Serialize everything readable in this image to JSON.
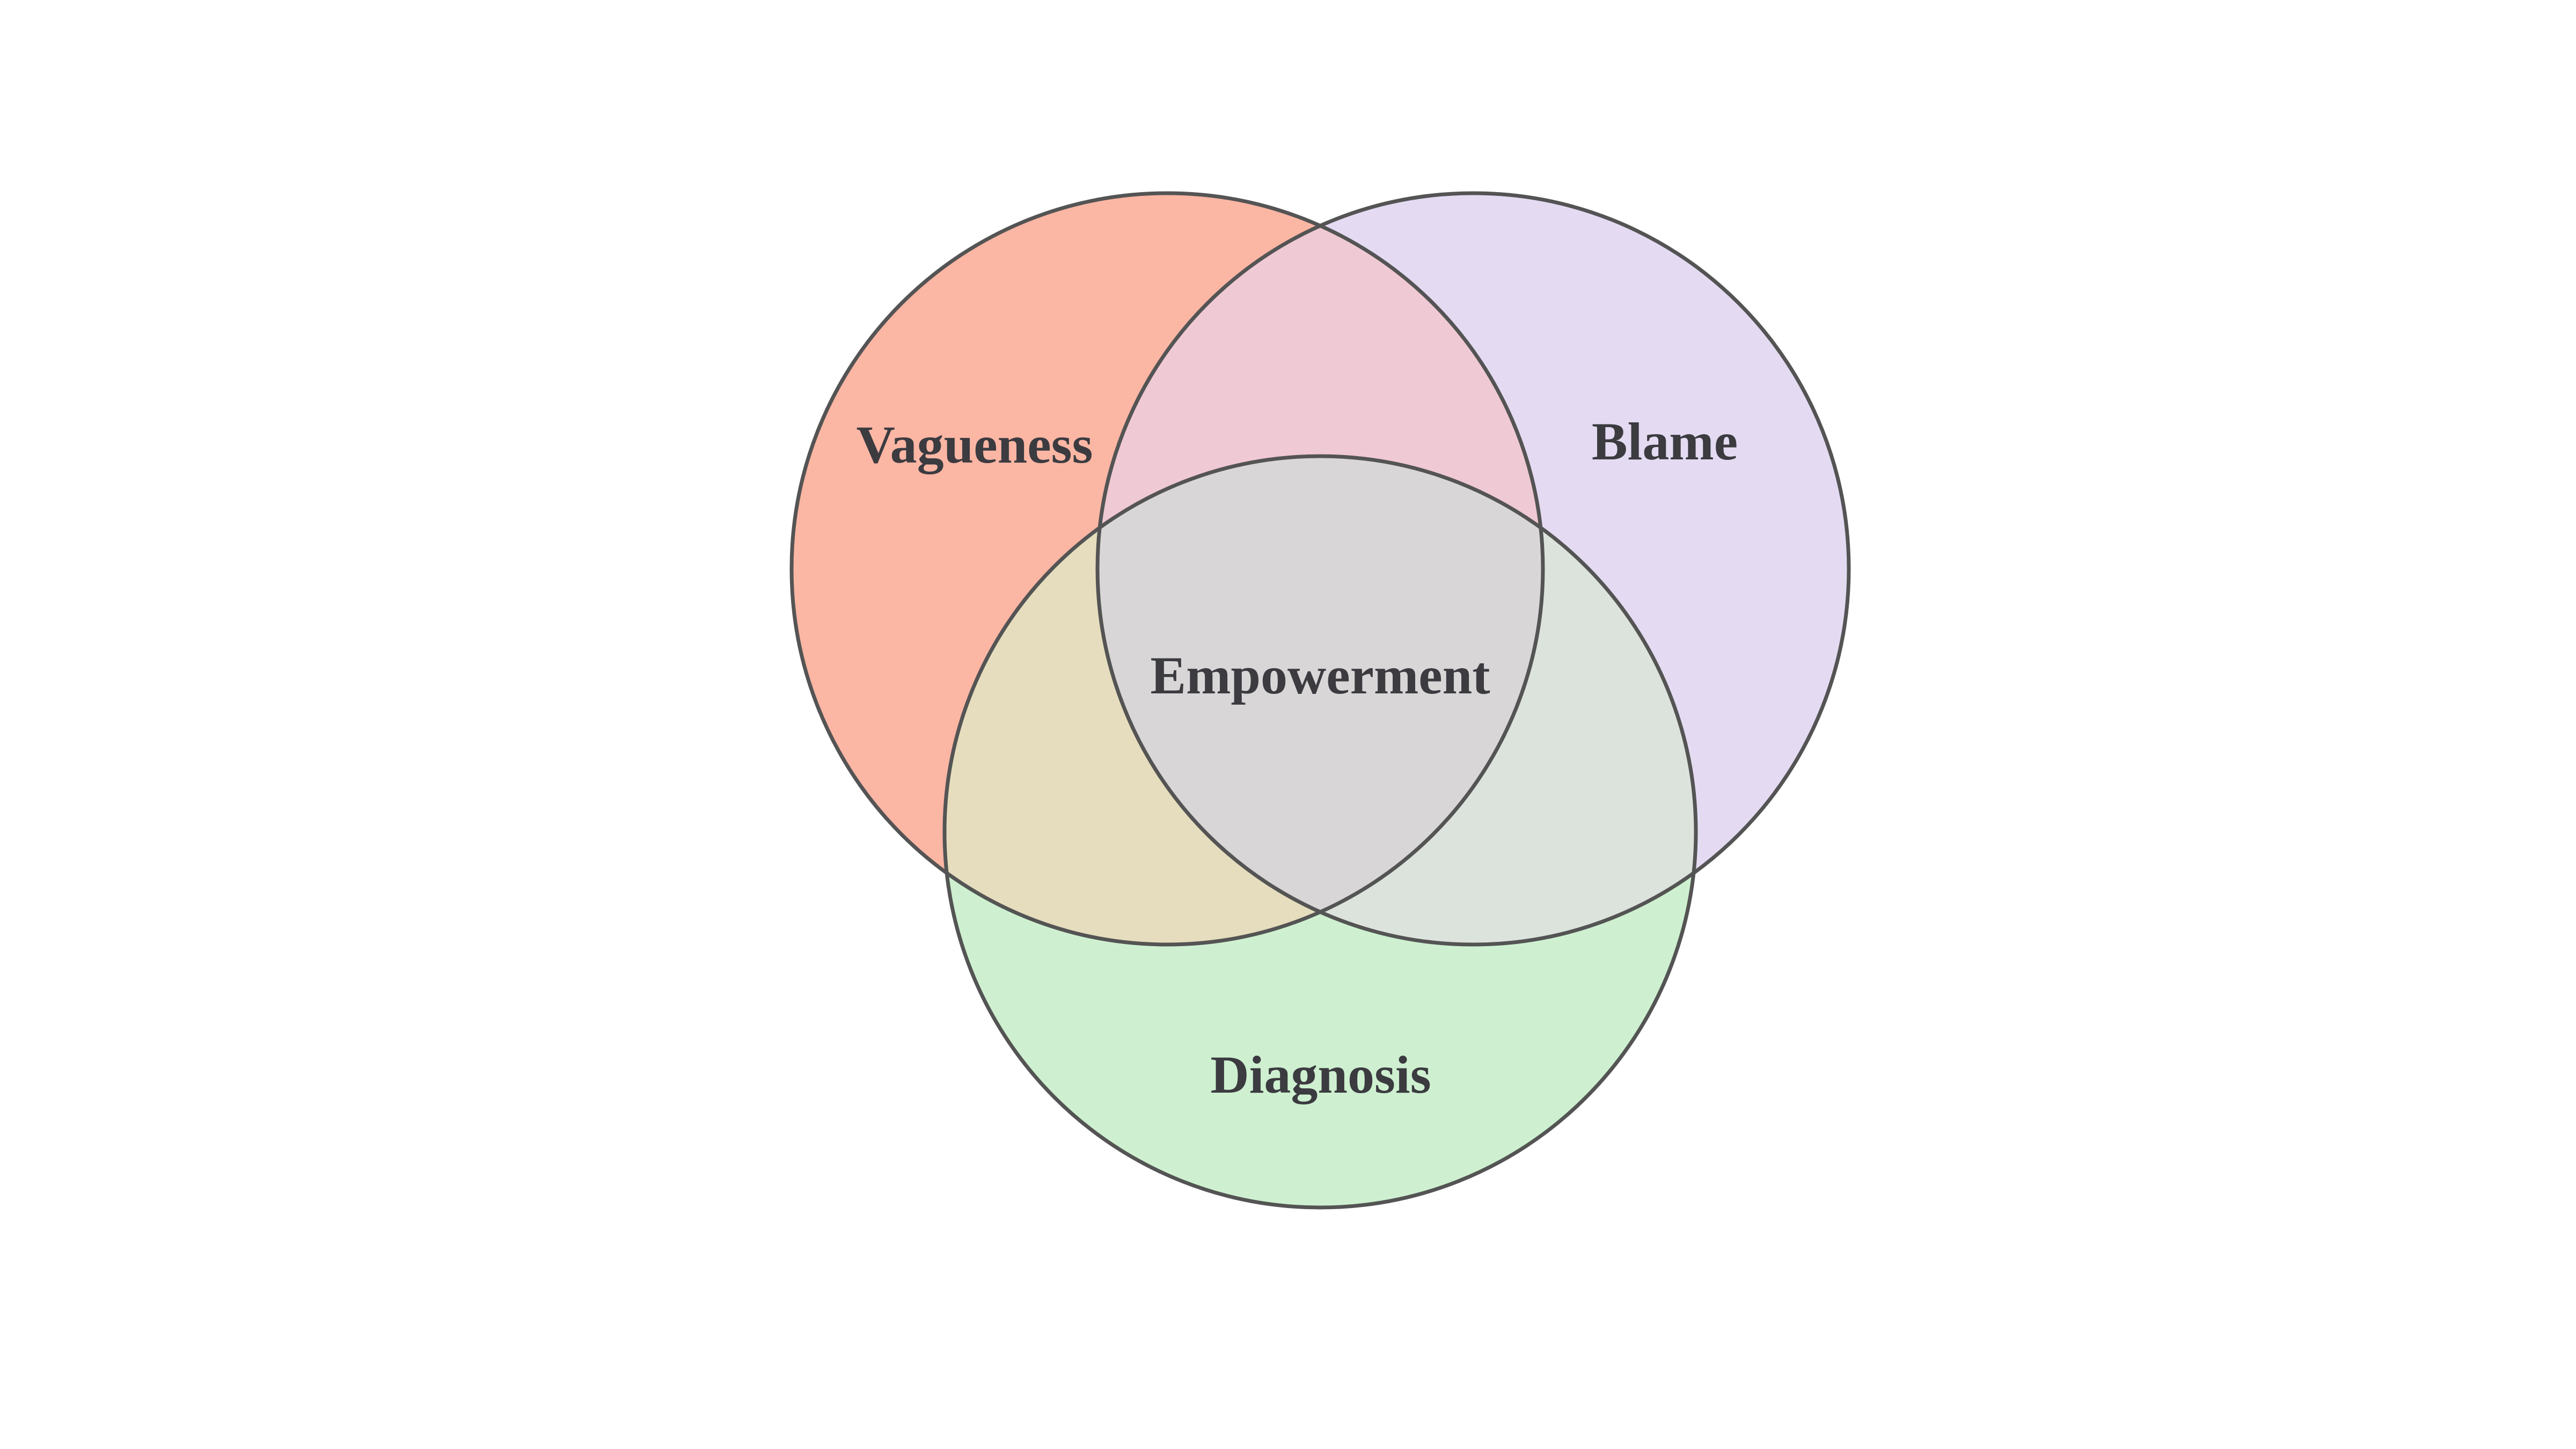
{
  "diagram": {
    "kind": "venn-3",
    "labels": {
      "vagueness": "Vagueness",
      "blame": "Blame",
      "diagnosis": "Diagnosis",
      "center": "Empowerment"
    }
  },
  "colors": {
    "background": "#ffffff",
    "outline": "#545454",
    "label_text": "#3b3b40",
    "sets": {
      "vagueness": "#FBB6A4",
      "blame": "#E4DBF3",
      "diagnosis": "#CEF0D0"
    },
    "overlaps": {
      "vagueness_blame": "#EFC9D4",
      "vagueness_diagnosis": "#E5DDBD",
      "blame_diagnosis": "#DCE3DC",
      "center": "#D8D6D7"
    }
  }
}
